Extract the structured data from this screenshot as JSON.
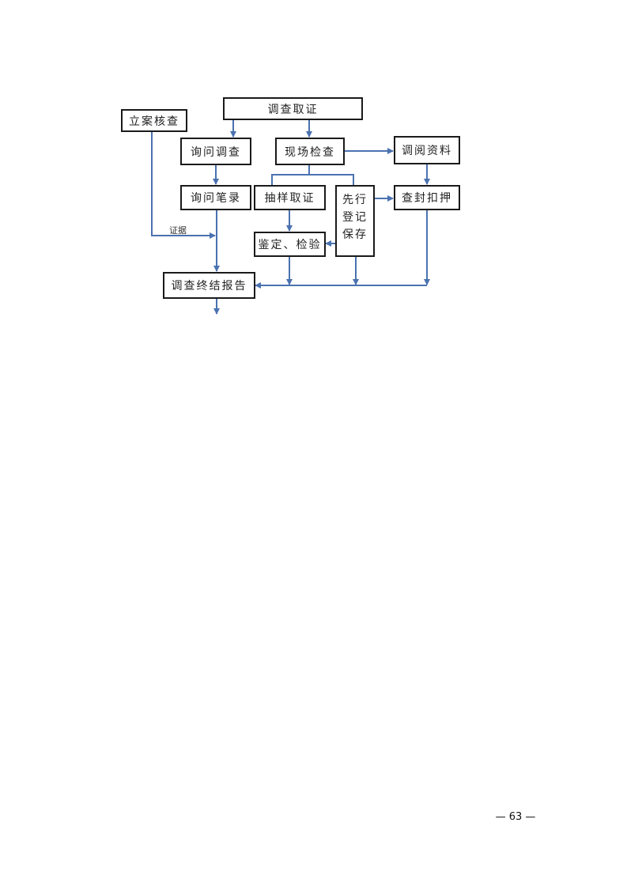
{
  "diagram": {
    "nodes": {
      "investigation": "调查取证",
      "case_review": "立案核查",
      "inquiry": "询问调查",
      "site_inspection": "现场检查",
      "records_review": "调阅资料",
      "inquiry_transcript": "询问笔录",
      "sampling": "抽样取证",
      "preservation": "先行登记保存",
      "seizure": "查封扣押",
      "appraisal": "鉴定、检验",
      "final_report": "调查终结报告"
    },
    "edge_label_evidence": "证据",
    "line_color": "#4a72b0"
  },
  "footer": {
    "page_number": "— 63 —"
  }
}
